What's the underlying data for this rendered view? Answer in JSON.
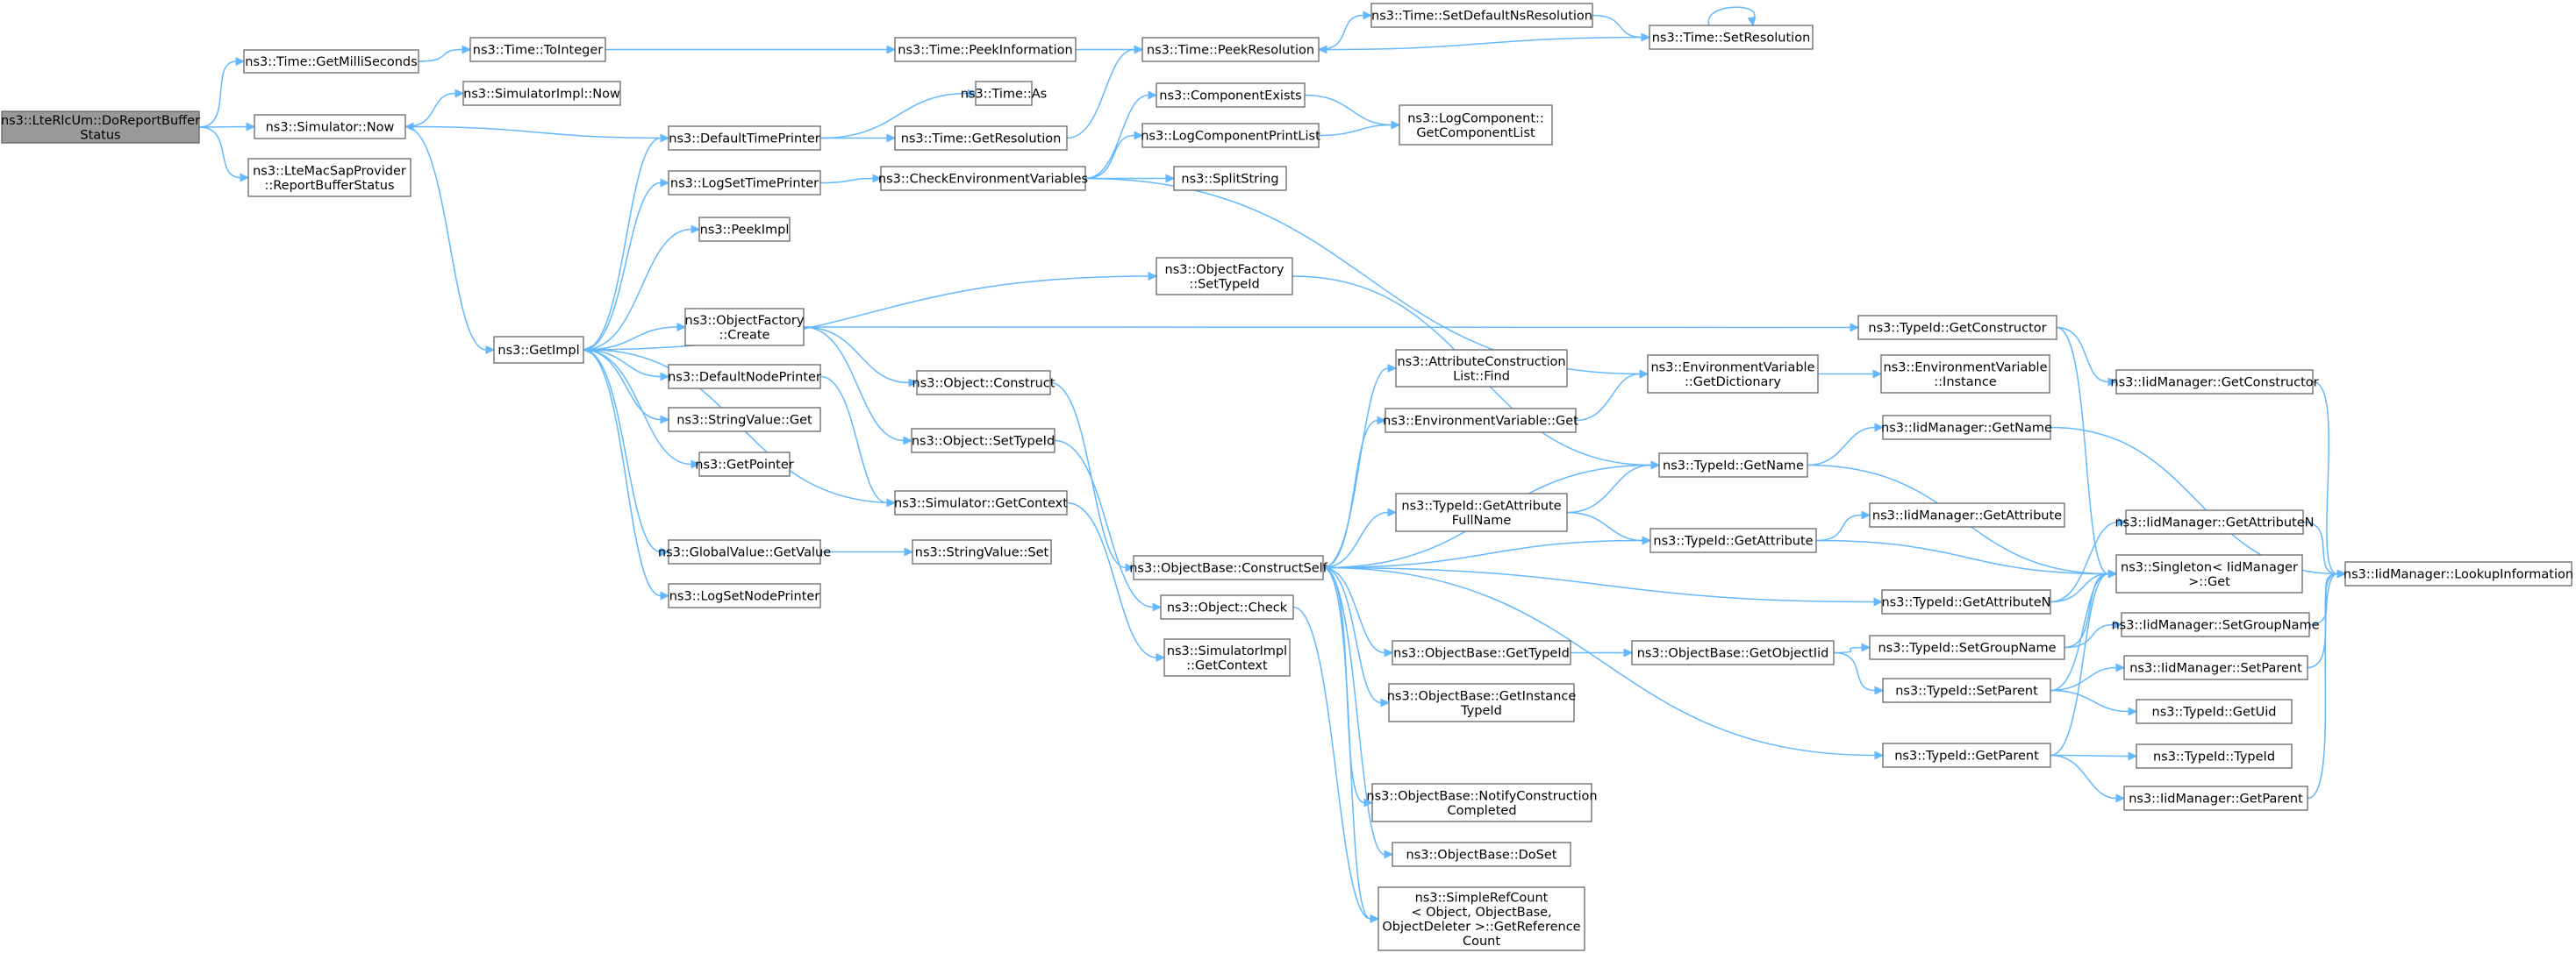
{
  "graph": {
    "nodes": [
      {
        "id": "root",
        "lines": [
          "ns3::LteRlcUm::DoReportBuffer",
          "Status"
        ],
        "root": true
      },
      {
        "id": "getMilli",
        "lines": [
          "ns3::Time::GetMilliSeconds"
        ]
      },
      {
        "id": "simNow",
        "lines": [
          "ns3::Simulator::Now"
        ]
      },
      {
        "id": "lteMac",
        "lines": [
          "ns3::LteMacSapProvider",
          "::ReportBufferStatus"
        ]
      },
      {
        "id": "toInteger",
        "lines": [
          "ns3::Time::ToInteger"
        ]
      },
      {
        "id": "simImplNow",
        "lines": [
          "ns3::SimulatorImpl::Now"
        ]
      },
      {
        "id": "getImpl",
        "lines": [
          "ns3::GetImpl"
        ]
      },
      {
        "id": "peekInfo",
        "lines": [
          "ns3::Time::PeekInformation"
        ]
      },
      {
        "id": "peekRes",
        "lines": [
          "ns3::Time::PeekResolution"
        ]
      },
      {
        "id": "setDefNs",
        "lines": [
          "ns3::Time::SetDefaultNsResolution"
        ]
      },
      {
        "id": "setRes",
        "lines": [
          "ns3::Time::SetResolution"
        ]
      },
      {
        "id": "timeAs",
        "lines": [
          "ns3::Time::As"
        ]
      },
      {
        "id": "defTimePrinter",
        "lines": [
          "ns3::DefaultTimePrinter"
        ]
      },
      {
        "id": "getRes",
        "lines": [
          "ns3::Time::GetResolution"
        ]
      },
      {
        "id": "compExists",
        "lines": [
          "ns3::ComponentExists"
        ]
      },
      {
        "id": "logCompList",
        "lines": [
          "ns3::LogComponent::",
          "GetComponentList"
        ]
      },
      {
        "id": "logSetTime",
        "lines": [
          "ns3::LogSetTimePrinter"
        ]
      },
      {
        "id": "checkEnv",
        "lines": [
          "ns3::CheckEnvironmentVariables"
        ]
      },
      {
        "id": "logCompPrint",
        "lines": [
          "ns3::LogComponentPrintList"
        ]
      },
      {
        "id": "splitStr",
        "lines": [
          "ns3::SplitString"
        ]
      },
      {
        "id": "peekImpl",
        "lines": [
          "ns3::PeekImpl"
        ]
      },
      {
        "id": "ofSetTypeId",
        "lines": [
          "ns3::ObjectFactory",
          "::SetTypeId"
        ]
      },
      {
        "id": "ofCreate",
        "lines": [
          "ns3::ObjectFactory",
          "::Create"
        ]
      },
      {
        "id": "tidGetCtor",
        "lines": [
          "ns3::TypeId::GetConstructor"
        ]
      },
      {
        "id": "iidGetCtor",
        "lines": [
          "ns3::IidManager::GetConstructor"
        ]
      },
      {
        "id": "defNodePrinter",
        "lines": [
          "ns3::DefaultNodePrinter"
        ]
      },
      {
        "id": "objConstruct",
        "lines": [
          "ns3::Object::Construct"
        ]
      },
      {
        "id": "attrFind",
        "lines": [
          "ns3::AttributeConstruction",
          "List::Find"
        ]
      },
      {
        "id": "envGetDict",
        "lines": [
          "ns3::EnvironmentVariable",
          "::GetDictionary"
        ]
      },
      {
        "id": "envInstance",
        "lines": [
          "ns3::EnvironmentVariable",
          "::Instance"
        ]
      },
      {
        "id": "strValGet",
        "lines": [
          "ns3::StringValue::Get"
        ]
      },
      {
        "id": "objSetTypeId",
        "lines": [
          "ns3::Object::SetTypeId"
        ]
      },
      {
        "id": "envGet",
        "lines": [
          "ns3::EnvironmentVariable::Get"
        ]
      },
      {
        "id": "iidGetName",
        "lines": [
          "ns3::IidManager::GetName"
        ]
      },
      {
        "id": "getPointer",
        "lines": [
          "ns3::GetPointer"
        ]
      },
      {
        "id": "tidGetName",
        "lines": [
          "ns3::TypeId::GetName"
        ]
      },
      {
        "id": "simGetCtx",
        "lines": [
          "ns3::Simulator::GetContext"
        ]
      },
      {
        "id": "tidGetAttrFull",
        "lines": [
          "ns3::TypeId::GetAttribute",
          "FullName"
        ]
      },
      {
        "id": "iidGetAttr",
        "lines": [
          "ns3::IidManager::GetAttribute"
        ]
      },
      {
        "id": "tidGetAttr",
        "lines": [
          "ns3::TypeId::GetAttribute"
        ]
      },
      {
        "id": "iidGetAttrN",
        "lines": [
          "ns3::IidManager::GetAttributeN"
        ]
      },
      {
        "id": "gvGetValue",
        "lines": [
          "ns3::GlobalValue::GetValue"
        ]
      },
      {
        "id": "strValSet",
        "lines": [
          "ns3::StringValue::Set"
        ]
      },
      {
        "id": "objBaseCS",
        "lines": [
          "ns3::ObjectBase::ConstructSelf"
        ]
      },
      {
        "id": "singletonGet",
        "lines": [
          "ns3::Singleton< IidManager",
          " >::Get"
        ]
      },
      {
        "id": "iidLookup",
        "lines": [
          "ns3::IidManager::LookupInformation"
        ]
      },
      {
        "id": "logSetNode",
        "lines": [
          "ns3::LogSetNodePrinter"
        ]
      },
      {
        "id": "tidGetAttrN",
        "lines": [
          "ns3::TypeId::GetAttributeN"
        ]
      },
      {
        "id": "objCheck",
        "lines": [
          "ns3::Object::Check"
        ]
      },
      {
        "id": "iidSetGroup",
        "lines": [
          "ns3::IidManager::SetGroupName"
        ]
      },
      {
        "id": "simImplCtx",
        "lines": [
          "ns3::SimulatorImpl",
          "::GetContext"
        ]
      },
      {
        "id": "obGetTypeId",
        "lines": [
          "ns3::ObjectBase::GetTypeId"
        ]
      },
      {
        "id": "obGetObjIid",
        "lines": [
          "ns3::ObjectBase::GetObjectIid"
        ]
      },
      {
        "id": "tidSetGroup",
        "lines": [
          "ns3::TypeId::SetGroupName"
        ]
      },
      {
        "id": "iidSetParent",
        "lines": [
          "ns3::IidManager::SetParent"
        ]
      },
      {
        "id": "tidSetParent",
        "lines": [
          "ns3::TypeId::SetParent"
        ]
      },
      {
        "id": "obGetInstTid",
        "lines": [
          "ns3::ObjectBase::GetInstance",
          "TypeId"
        ]
      },
      {
        "id": "tidGetUid",
        "lines": [
          "ns3::TypeId::GetUid"
        ]
      },
      {
        "id": "tidGetParent",
        "lines": [
          "ns3::TypeId::GetParent"
        ]
      },
      {
        "id": "tidTypeId",
        "lines": [
          "ns3::TypeId::TypeId"
        ]
      },
      {
        "id": "iidGetParent",
        "lines": [
          "ns3::IidManager::GetParent"
        ]
      },
      {
        "id": "obNotify",
        "lines": [
          "ns3::ObjectBase::NotifyConstruction",
          "Completed"
        ]
      },
      {
        "id": "obDoSet",
        "lines": [
          "ns3::ObjectBase::DoSet"
        ]
      },
      {
        "id": "srcGetRef",
        "lines": [
          "ns3::SimpleRefCount",
          "< Object, ObjectBase,",
          " ObjectDeleter >::GetReference",
          "Count"
        ]
      }
    ],
    "edges": [
      [
        "root",
        "getMilli"
      ],
      [
        "root",
        "simNow"
      ],
      [
        "root",
        "lteMac"
      ],
      [
        "getMilli",
        "toInteger"
      ],
      [
        "toInteger",
        "peekInfo"
      ],
      [
        "peekInfo",
        "peekRes"
      ],
      [
        "peekRes",
        "setDefNs"
      ],
      [
        "setDefNs",
        "setRes"
      ],
      [
        "setRes",
        "setRes"
      ],
      [
        "setRes",
        "peekRes"
      ],
      [
        "simNow",
        "simImplNow"
      ],
      [
        "simNow",
        "getImpl"
      ],
      [
        "defTimePrinter",
        "simNow"
      ],
      [
        "defTimePrinter",
        "timeAs"
      ],
      [
        "defTimePrinter",
        "getRes"
      ],
      [
        "getRes",
        "peekRes"
      ],
      [
        "getImpl",
        "defTimePrinter"
      ],
      [
        "getImpl",
        "logSetTime"
      ],
      [
        "getImpl",
        "peekImpl"
      ],
      [
        "getImpl",
        "ofSetTypeId"
      ],
      [
        "getImpl",
        "ofCreate"
      ],
      [
        "getImpl",
        "defNodePrinter"
      ],
      [
        "getImpl",
        "strValGet"
      ],
      [
        "getImpl",
        "getPointer"
      ],
      [
        "getImpl",
        "gvGetValue"
      ],
      [
        "getImpl",
        "logSetNode"
      ],
      [
        "simGetCtx",
        "getImpl"
      ],
      [
        "defNodePrinter",
        "simGetCtx"
      ],
      [
        "simGetCtx",
        "simImplCtx"
      ],
      [
        "logSetTime",
        "checkEnv"
      ],
      [
        "checkEnv",
        "compExists"
      ],
      [
        "checkEnv",
        "logCompPrint"
      ],
      [
        "checkEnv",
        "splitStr"
      ],
      [
        "checkEnv",
        "envGetDict"
      ],
      [
        "compExists",
        "logCompList"
      ],
      [
        "logCompPrint",
        "logCompList"
      ],
      [
        "ofSetTypeId",
        "tidGetName"
      ],
      [
        "ofCreate",
        "tidGetCtor"
      ],
      [
        "ofCreate",
        "objConstruct"
      ],
      [
        "ofCreate",
        "objSetTypeId"
      ],
      [
        "tidGetCtor",
        "iidGetCtor"
      ],
      [
        "tidGetCtor",
        "singletonGet"
      ],
      [
        "iidGetCtor",
        "iidLookup"
      ],
      [
        "objConstruct",
        "objBaseCS"
      ],
      [
        "objSetTypeId",
        "objCheck"
      ],
      [
        "envGetDict",
        "envInstance"
      ],
      [
        "envGet",
        "envGetDict"
      ],
      [
        "gvGetValue",
        "strValSet"
      ],
      [
        "objBaseCS",
        "attrFind"
      ],
      [
        "objBaseCS",
        "envGet"
      ],
      [
        "objBaseCS",
        "tidGetName"
      ],
      [
        "objBaseCS",
        "tidGetAttrFull"
      ],
      [
        "objBaseCS",
        "tidGetAttr"
      ],
      [
        "objBaseCS",
        "tidGetAttrN"
      ],
      [
        "objBaseCS",
        "obGetTypeId"
      ],
      [
        "objBaseCS",
        "obGetInstTid"
      ],
      [
        "objBaseCS",
        "tidGetParent"
      ],
      [
        "objBaseCS",
        "obNotify"
      ],
      [
        "objBaseCS",
        "obDoSet"
      ],
      [
        "objBaseCS",
        "srcGetRef"
      ],
      [
        "objCheck",
        "srcGetRef"
      ],
      [
        "tidGetName",
        "iidGetName"
      ],
      [
        "tidGetName",
        "singletonGet"
      ],
      [
        "iidGetName",
        "iidLookup"
      ],
      [
        "tidGetAttrFull",
        "tidGetName"
      ],
      [
        "tidGetAttrFull",
        "tidGetAttr"
      ],
      [
        "tidGetAttr",
        "iidGetAttr"
      ],
      [
        "tidGetAttr",
        "singletonGet"
      ],
      [
        "tidGetAttrN",
        "iidGetAttrN"
      ],
      [
        "tidGetAttrN",
        "singletonGet"
      ],
      [
        "iidGetAttrN",
        "iidLookup"
      ],
      [
        "obGetTypeId",
        "obGetObjIid"
      ],
      [
        "obGetObjIid",
        "tidSetGroup"
      ],
      [
        "obGetObjIid",
        "tidSetParent"
      ],
      [
        "tidSetGroup",
        "iidSetGroup"
      ],
      [
        "tidSetGroup",
        "singletonGet"
      ],
      [
        "iidSetGroup",
        "iidLookup"
      ],
      [
        "tidSetParent",
        "iidSetParent"
      ],
      [
        "tidSetParent",
        "tidGetUid"
      ],
      [
        "tidSetParent",
        "singletonGet"
      ],
      [
        "iidSetParent",
        "iidLookup"
      ],
      [
        "tidGetParent",
        "tidTypeId"
      ],
      [
        "tidGetParent",
        "iidGetParent"
      ],
      [
        "tidGetParent",
        "singletonGet"
      ],
      [
        "iidGetParent",
        "iidLookup"
      ]
    ]
  }
}
